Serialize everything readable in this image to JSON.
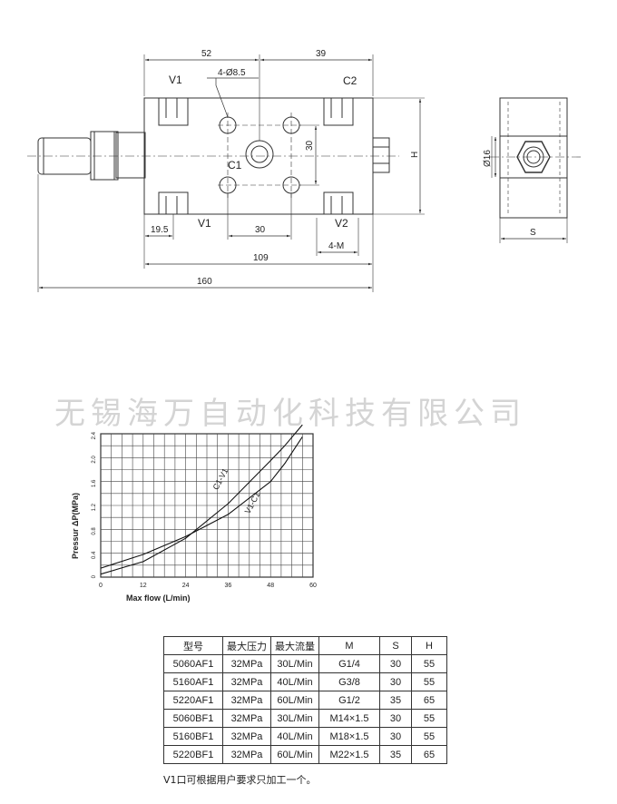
{
  "drawing": {
    "dimensions": {
      "top_left": "52",
      "top_right": "39",
      "hole_spec": "4-Ø8.5",
      "height_30": "30",
      "height_h": "H",
      "bottom_left": "19.5",
      "bottom_middle": "30",
      "thread": "4-M",
      "overall_body": "109",
      "overall_total": "160",
      "side_dia": "Ø16",
      "side_width": "S"
    },
    "ports": {
      "v1_top": "V1",
      "c2": "C2",
      "c1": "C1",
      "v1_bottom": "V1",
      "v2": "V2"
    }
  },
  "watermark": "无锡海万自动化科技有限公司",
  "chart_data": {
    "type": "line",
    "title": "",
    "xlabel": "Max flow (L/min)",
    "ylabel": "Pressur ΔP(MPa)",
    "x_ticks": [
      "0",
      "12",
      "24",
      "36",
      "48",
      "60"
    ],
    "y_ticks": [
      "0",
      "0.4",
      "0.8",
      "1.2",
      "1.6",
      "2.0",
      "2.4"
    ],
    "xlim": [
      0,
      60
    ],
    "ylim": [
      0,
      2.4
    ],
    "grid": true,
    "series": [
      {
        "name": "C1-V1",
        "x": [
          0,
          12,
          24,
          36,
          48,
          52,
          57
        ],
        "y": [
          0.05,
          0.26,
          0.65,
          1.23,
          1.95,
          2.2,
          2.55
        ]
      },
      {
        "name": "V1-C1",
        "x": [
          0,
          12,
          24,
          36,
          48,
          52,
          57
        ],
        "y": [
          0.15,
          0.38,
          0.68,
          1.05,
          1.6,
          1.9,
          2.35
        ]
      }
    ]
  },
  "table": {
    "headers": [
      "型号",
      "最大压力",
      "最大流量",
      "M",
      "S",
      "H"
    ],
    "rows": [
      [
        "5060AF1",
        "32MPa",
        "30L/Min",
        "G1/4",
        "30",
        "55"
      ],
      [
        "5160AF1",
        "32MPa",
        "40L/Min",
        "G3/8",
        "30",
        "55"
      ],
      [
        "5220AF1",
        "32MPa",
        "60L/Min",
        "G1/2",
        "35",
        "65"
      ],
      [
        "5060BF1",
        "32MPa",
        "30L/Min",
        "M14×1.5",
        "30",
        "55"
      ],
      [
        "5160BF1",
        "32MPa",
        "40L/Min",
        "M18×1.5",
        "30",
        "55"
      ],
      [
        "5220BF1",
        "32MPa",
        "60L/Min",
        "M22×1.5",
        "35",
        "65"
      ]
    ],
    "note": "V1口可根据用户要求只加工一个。"
  }
}
